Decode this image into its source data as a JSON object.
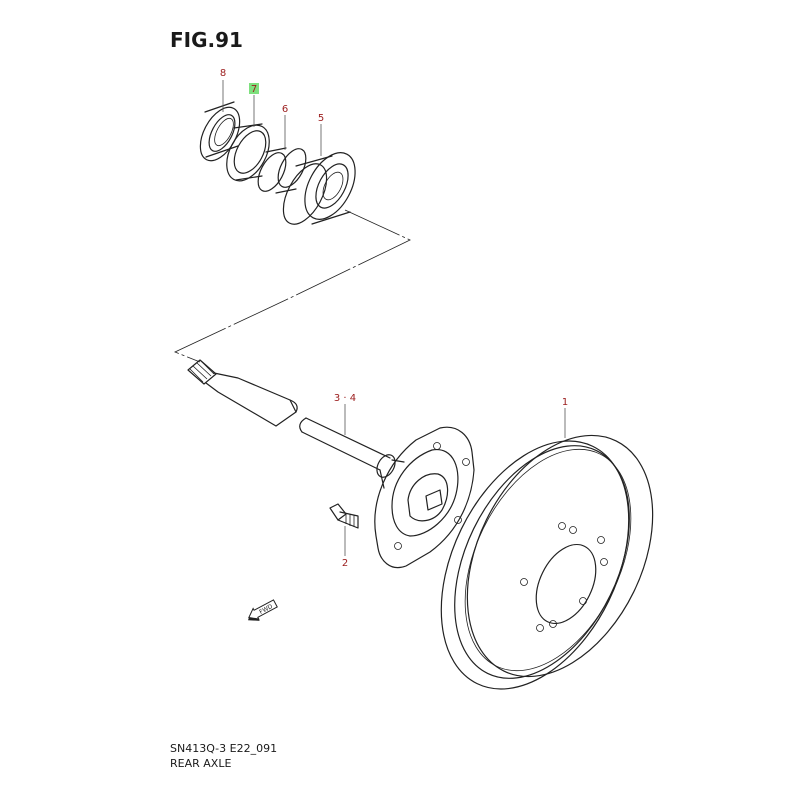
{
  "figure": {
    "title": "FIG.91",
    "code": "SN413Q-3 E22_091",
    "name": "REAR AXLE"
  },
  "parts": [
    {
      "ref": "8"
    },
    {
      "ref": "7",
      "highlighted": true,
      "highlight_color": "#7ee07e"
    },
    {
      "ref": "6"
    },
    {
      "ref": "5"
    },
    {
      "ref": "3 · 4"
    },
    {
      "ref": "1"
    },
    {
      "ref": "2"
    }
  ],
  "direction_marker": {
    "text": "FWD",
    "icon": "fwd-arrow-icon"
  },
  "colors": {
    "label": "#9b1c1c",
    "line": "#222222"
  }
}
